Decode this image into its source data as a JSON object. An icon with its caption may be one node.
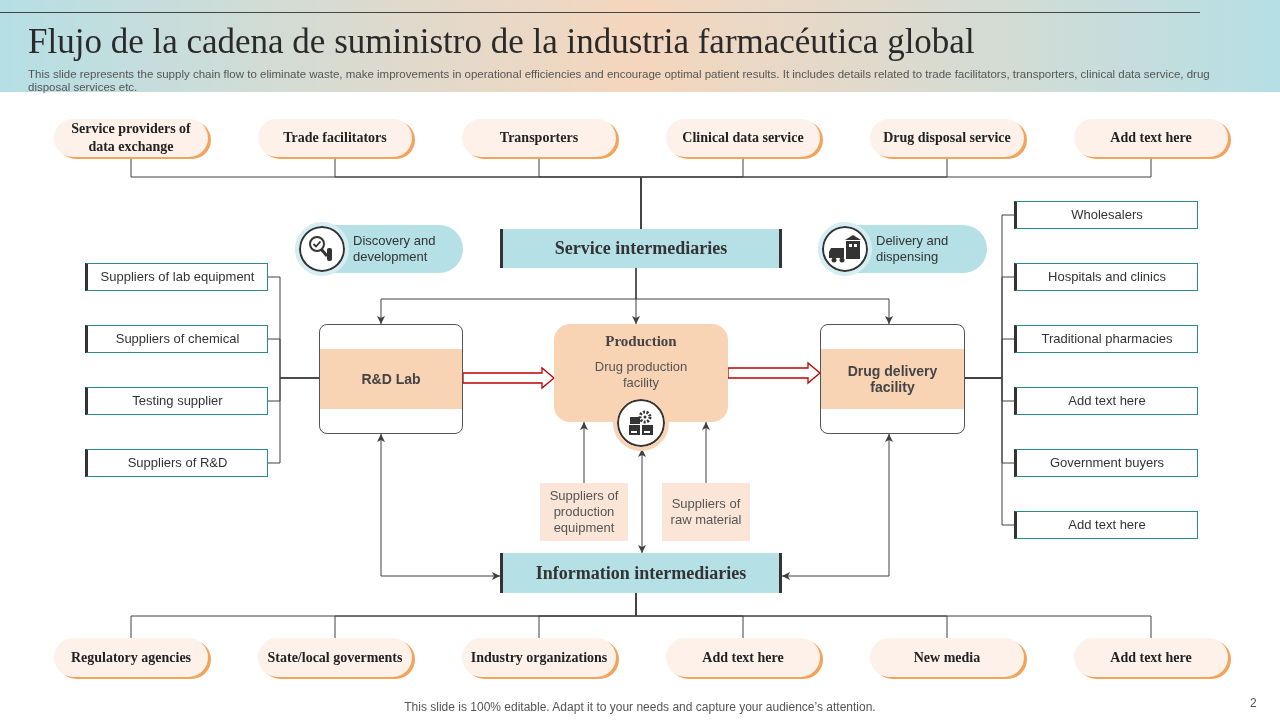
{
  "diagram": {
    "title": "Flujo de la cadena de suministro de la industria farmacéutica global",
    "nodes": [
      {
        "text": [
          "Service providers of data exchange"
        ]
      },
      {
        "text": [
          "Trade facilitators"
        ]
      },
      {
        "text": [
          "Transporters"
        ]
      },
      {
        "text": [
          "Clinical data service"
        ]
      },
      {
        "text": [
          "Drug disposal service"
        ]
      },
      {
        "text": [
          "Add text here"
        ]
      },
      {
        "text": [
          "Service intermediaries"
        ]
      },
      {
        "text": [
          "Discovery and development"
        ]
      },
      {
        "text": [
          "Delivery and dispensing"
        ]
      },
      {
        "text": [
          "Suppliers of lab equipment"
        ]
      },
      {
        "text": [
          "Suppliers of chemical"
        ]
      },
      {
        "text": [
          "Testing supplier"
        ]
      },
      {
        "text": [
          "Suppliers of R&D"
        ]
      },
      {
        "text": [
          "R&D Lab"
        ]
      },
      {
        "text": [
          "Production",
          "Drug production facility"
        ]
      },
      {
        "text": [
          "Drug delivery facility"
        ]
      },
      {
        "text": [
          "Wholesalers"
        ]
      },
      {
        "text": [
          "Hospitals and clinics"
        ]
      },
      {
        "text": [
          "Traditional pharmacies"
        ]
      },
      {
        "text": [
          "Add text here"
        ]
      },
      {
        "text": [
          "Government buyers"
        ]
      },
      {
        "text": [
          "Add text here"
        ]
      },
      {
        "text": [
          "Suppliers of production equipment"
        ]
      },
      {
        "text": [
          "Suppliers of raw material"
        ]
      },
      {
        "text": [
          "Information intermediaries"
        ]
      },
      {
        "text": [
          "Regulatory agencies"
        ]
      },
      {
        "text": [
          "State/local goverments"
        ]
      },
      {
        "text": [
          "Industry organizations"
        ]
      },
      {
        "text": [
          "Add text here"
        ]
      },
      {
        "text": [
          "New media"
        ]
      },
      {
        "text": [
          "Add text here"
        ]
      }
    ],
    "edges": [
      {
        "from": 0,
        "to": 6,
        "arrow": "none"
      },
      {
        "from": 1,
        "to": 6,
        "arrow": "none"
      },
      {
        "from": 2,
        "to": 6,
        "arrow": "none"
      },
      {
        "from": 3,
        "to": 6,
        "arrow": "none"
      },
      {
        "from": 4,
        "to": 6,
        "arrow": "none"
      },
      {
        "from": 5,
        "to": 6,
        "arrow": "none"
      },
      {
        "from": 6,
        "to": 13,
        "arrow": "to"
      },
      {
        "from": 6,
        "to": 14,
        "arrow": "to"
      },
      {
        "from": 6,
        "to": 15,
        "arrow": "to"
      },
      {
        "from": 9,
        "to": 13,
        "arrow": "none"
      },
      {
        "from": 10,
        "to": 13,
        "arrow": "none"
      },
      {
        "from": 11,
        "to": 13,
        "arrow": "none"
      },
      {
        "from": 12,
        "to": 13,
        "arrow": "none"
      },
      {
        "from": 13,
        "to": 14,
        "arrow": "to",
        "style": "thick",
        "color": "#c00000"
      },
      {
        "from": 14,
        "to": 15,
        "arrow": "to",
        "style": "thick",
        "color": "#c00000"
      },
      {
        "from": 15,
        "to": 16,
        "arrow": "none"
      },
      {
        "from": 15,
        "to": 17,
        "arrow": "none"
      },
      {
        "from": 15,
        "to": 18,
        "arrow": "none"
      },
      {
        "from": 15,
        "to": 19,
        "arrow": "none"
      },
      {
        "from": 15,
        "to": 20,
        "arrow": "none"
      },
      {
        "from": 15,
        "to": 21,
        "arrow": "none"
      },
      {
        "from": 22,
        "to": 14,
        "arrow": "to"
      },
      {
        "from": 23,
        "to": 14,
        "arrow": "to"
      },
      {
        "from": 14,
        "to": 24,
        "arrow": "both"
      },
      {
        "from": 13,
        "to": 24,
        "arrow": "both"
      },
      {
        "from": 15,
        "to": 24,
        "arrow": "both"
      },
      {
        "from": 24,
        "to": 25,
        "arrow": "none"
      },
      {
        "from": 24,
        "to": 26,
        "arrow": "none"
      },
      {
        "from": 24,
        "to": 27,
        "arrow": "none"
      },
      {
        "from": 24,
        "to": 28,
        "arrow": "none"
      },
      {
        "from": 24,
        "to": 29,
        "arrow": "none"
      },
      {
        "from": 24,
        "to": 30,
        "arrow": "none"
      }
    ],
    "labels": [
      "This slide represents the supply chain flow to eliminate waste, make improvements in operational efficiencies and encourage optimal patient results. It includes details related to trade facilitators, transporters, clinical data service, drug disposal services etc.",
      "This slide is 100% editable. Adapt it to your needs and capture your audience’s attention.",
      "2"
    ]
  }
}
